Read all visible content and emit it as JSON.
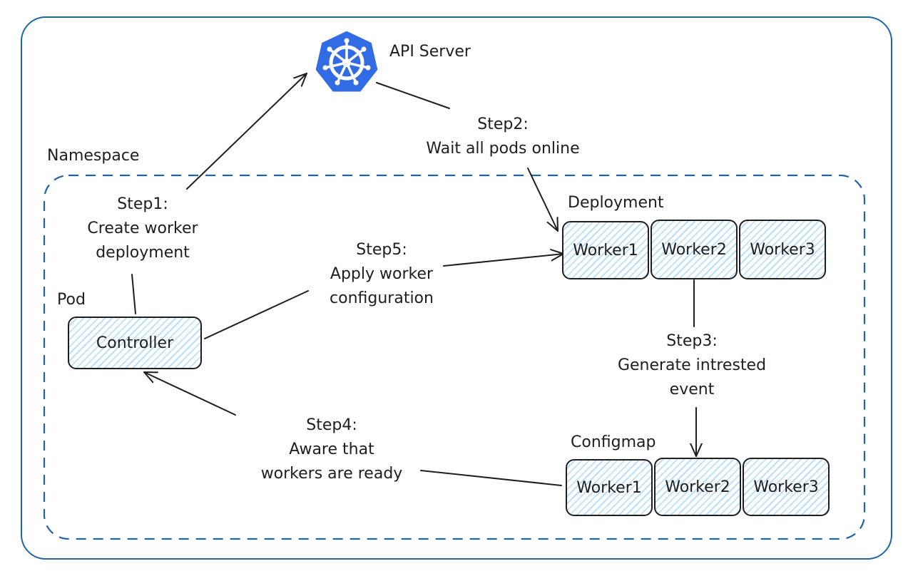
{
  "api_server_label": "API Server",
  "namespace_label": "Namespace",
  "pod_label": "Pod",
  "deployment_label": "Deployment",
  "configmap_label": "Configmap",
  "controller_label": "Controller",
  "deployment_workers": [
    "Worker1",
    "Worker2",
    "Worker3"
  ],
  "configmap_workers": [
    "Worker1",
    "Worker2",
    "Worker3"
  ],
  "steps": {
    "step1": [
      "Step1:",
      "Create worker",
      "deployment"
    ],
    "step2": [
      "Step2:",
      "Wait all pods online"
    ],
    "step3": [
      "Step3:",
      "Generate intrested",
      "event"
    ],
    "step4": [
      "Step4:",
      "Aware that",
      "workers are ready"
    ],
    "step5": [
      "Step5:",
      "Apply worker",
      "configuration"
    ]
  },
  "icon": {
    "name": "kubernetes-icon",
    "color": "#326ce5"
  },
  "colors": {
    "outer_border": "#1f63a8",
    "namespace_border": "#1f63a8",
    "hatch": "#a5d8ff"
  }
}
